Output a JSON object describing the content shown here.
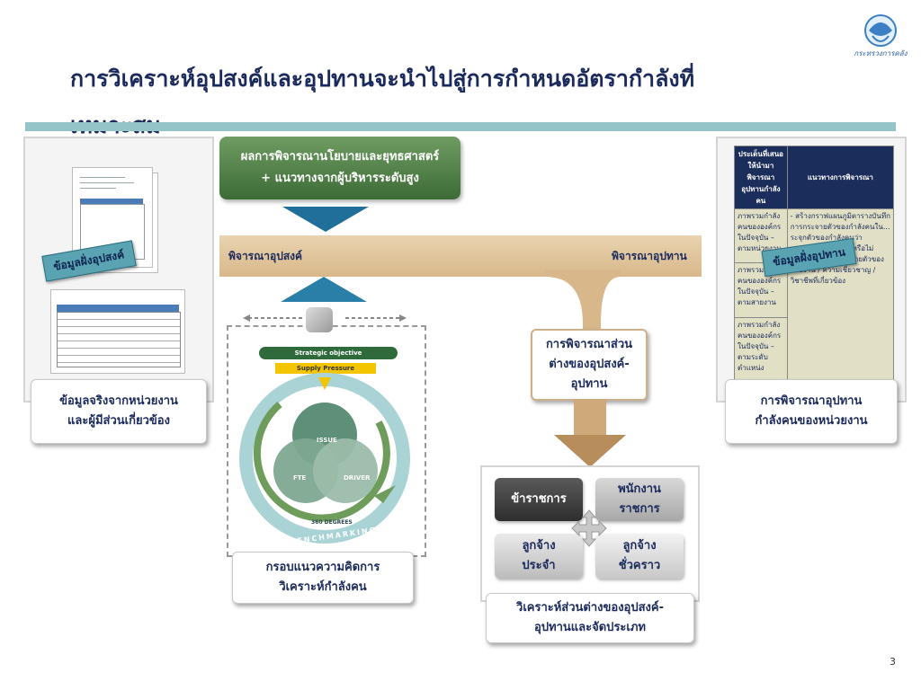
{
  "header": {
    "title_line1": "การวิเคราะห์อุปสงค์และอุปทานจะนำไปสู่การกำหนดอัตรากำลังที่",
    "title_line2": "เหมาะสม"
  },
  "left_panel": {
    "tag": "ข้อมูลฝั่งอุปสงค์",
    "caption_line1": "ข้อมูลจริงจากหน่วยงาน",
    "caption_line2": "และผู้มีส่วนเกี่ยวข้อง"
  },
  "top_box": {
    "line1": "ผลการพิจารณานโยบายและยุทธศาสตร์",
    "line2": "+ แนวทางจากผู้บริหารระดับสูง"
  },
  "flow": {
    "demand_label": "พิจารณาอุปสงค์",
    "supply_label": "พิจารณาอุปทาน",
    "gap_line1": "การพิจารณาส่วน",
    "gap_line2": "ต่างของอุปสงค์-",
    "gap_line3": "อุปทาน"
  },
  "framework": {
    "strategic_objective": "Strategic objective",
    "supply_pressure": "Supply Pressure",
    "issue": "ISSUE",
    "fte": "FTE",
    "driver": "DRIVER",
    "degrees": "360 DEGREES",
    "benchmarking": "BENCHMARKING",
    "caption_line1": "กรอบแนวความคิดการ",
    "caption_line2": "วิเคราะห์กำลังคน"
  },
  "categories": {
    "civil_servant": "ข้าราชการ",
    "gov_employee_line1": "พนักงาน",
    "gov_employee_line2": "ราชการ",
    "permanent_line1": "ลูกจ้าง",
    "permanent_line2": "ประจำ",
    "temporary_line1": "ลูกจ้าง",
    "temporary_line2": "ชั่วคราว",
    "caption_line1": "วิเคราะห์ส่วนต่างของอุปสงค์-",
    "caption_line2": "อุปทานและจัดประเภท"
  },
  "right_panel": {
    "col1_header": "ประเด็นที่เสนอให้นำมาพิจารณาอุปทานกำลังคน",
    "col2_header": "แนวทางการพิจารณา",
    "col1_row1": "ภาพรวมกำลังคนขององค์กรในปัจจุบัน – ตามหน่วยงาน",
    "col1_row2": "ภาพรวมกำลังคนขององค์กรในปัจจุบัน – ตามสายงาน",
    "col1_row3": "ภาพรวมกำลังคนขององค์กรในปัจจุบัน – ตามระดับตำแหน่ง",
    "col2_text": "- สร้างกราฟแผนภูมิตารางบันทึกการกระจายตัวของกำลังคนใน... ระจุกตัวของกำลังคนว่าสอดคล้องกับพันธกิจหรือไม่ อย่างไร - ดูการกระจายตัวของสายงาน / ความเชี่ยวชาญ / วิชาชีพที่เกี่ยวข้อง",
    "tag": "ข้อมูลฝั่งอุปทาน",
    "caption_line1": "การพิจารณาอุปทาน",
    "caption_line2": "กำลังคนของหน่วยงาน"
  },
  "logo_text": "กระทรวงการคลัง",
  "page_number": "3",
  "colors": {
    "title": "#1b2a5c",
    "rule": "#94c4c8",
    "green_box": "#4f7f45",
    "tag": "#5aa3b3",
    "band": "#d8b88a",
    "teal": "#8fc3c6"
  }
}
